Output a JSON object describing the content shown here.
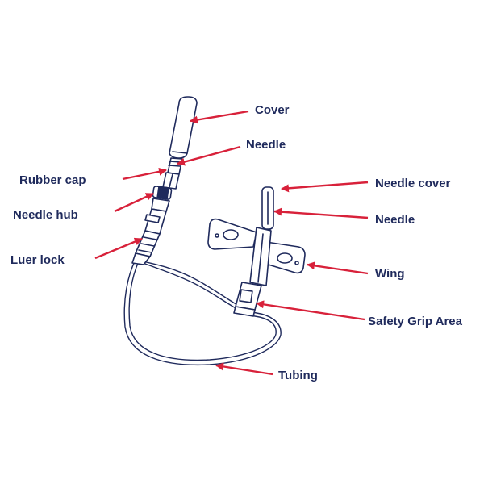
{
  "colors": {
    "outline": "#1f2a5c",
    "label": "#1f2a5c",
    "arrow": "#d8213a",
    "fill": "#ffffff"
  },
  "labels": {
    "cover": "Cover",
    "needle_left": "Needle",
    "rubber_cap": "Rubber cap",
    "needle_hub": "Needle hub",
    "luer_lock": "Luer lock",
    "needle_cover": "Needle cover",
    "needle_right": "Needle",
    "wing": "Wing",
    "safety_grip_area": "Safety Grip Area",
    "tubing": "Tubing"
  }
}
